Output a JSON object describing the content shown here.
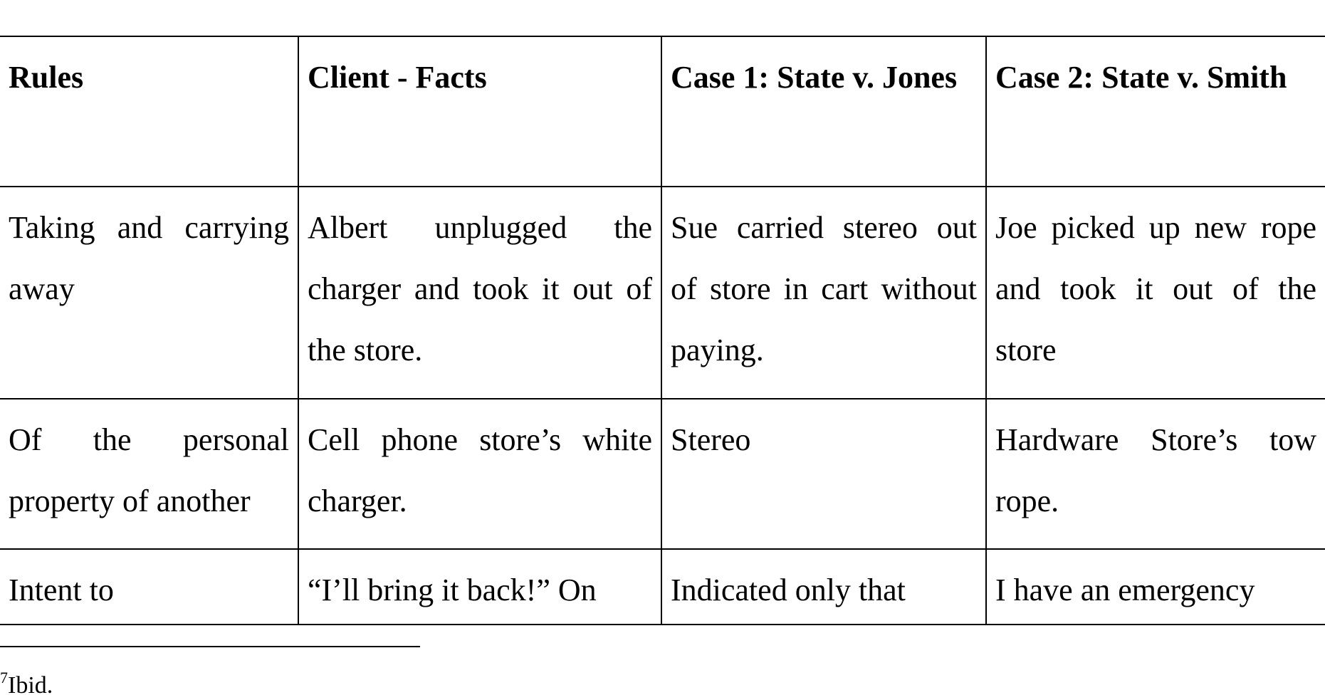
{
  "table": {
    "headers": [
      "Rules",
      "Client - Facts",
      "Case 1: State v. Jones",
      "Case 2: State v. Smith"
    ],
    "rows": [
      [
        "Taking and carrying away",
        "Albert unplugged the charger and took it out of the store.",
        "Sue carried stereo out of store in cart without paying.",
        "Joe picked up new rope and took it out of the store"
      ],
      [
        "Of the personal property of another",
        "Cell phone store’s white charger.",
        "Stereo",
        "Hardware Store’s tow rope."
      ],
      [
        "Intent to",
        "“I’ll bring it back!” On",
        "Indicated only that",
        "I have an emergency"
      ]
    ]
  },
  "footnote": {
    "number": "7",
    "text": "Ibid."
  }
}
